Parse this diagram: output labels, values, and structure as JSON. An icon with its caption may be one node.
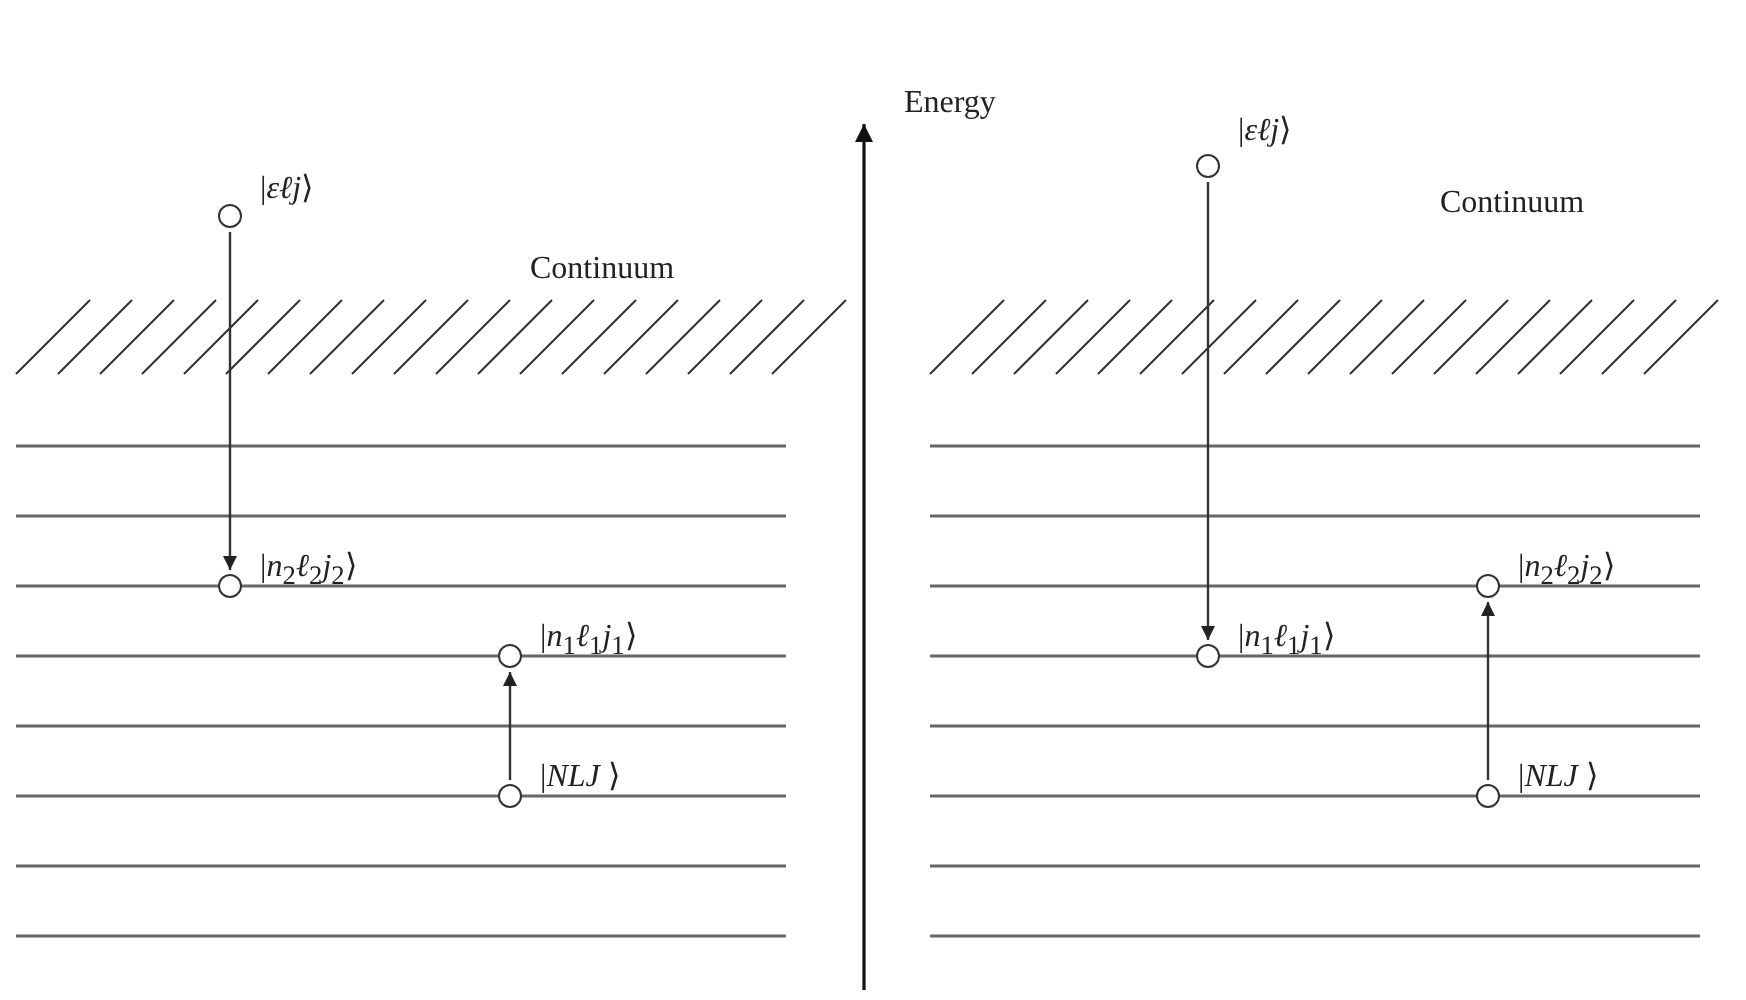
{
  "diagram": {
    "nodes": [
      {
        "text": [],
        "shape": "circle",
        "beside": [
          "|*εℓj*⟩"
        ]
      },
      {
        "text": [],
        "shape": "circle",
        "beside": [
          "|*n*$_{2}$*ℓ*$_{2}$*j*$_{2}$⟩"
        ]
      },
      {
        "text": [],
        "shape": "circle",
        "beside": [
          "|*n*$_{1}$*ℓ*$_{1}$*j*$_{1}$⟩"
        ]
      },
      {
        "text": [],
        "shape": "circle",
        "beside": [
          "|*NLJ*  ⟩"
        ]
      },
      {
        "text": [],
        "shape": "circle",
        "beside": [
          "|*εℓj*⟩"
        ]
      },
      {
        "text": [],
        "shape": "circle",
        "beside": [
          "|*n*$_{2}$*ℓ*$_{2}$*j*$_{2}$⟩"
        ]
      },
      {
        "text": [],
        "shape": "circle",
        "beside": [
          "|*n*$_{1}$*ℓ*$_{1}$*j*$_{1}$⟩"
        ]
      },
      {
        "text": [],
        "shape": "circle",
        "beside": [
          "|*NLJ*  ⟩"
        ]
      }
    ],
    "edges": [
      {
        "from": 0,
        "to": 1,
        "arrow": "to"
      },
      {
        "from": 3,
        "to": 2,
        "arrow": "to"
      },
      {
        "from": 4,
        "to": 6,
        "arrow": "to"
      },
      {
        "from": 7,
        "to": 5,
        "arrow": "to"
      }
    ],
    "labels": [
      "Energy",
      "Continuum",
      "Continuum"
    ]
  }
}
